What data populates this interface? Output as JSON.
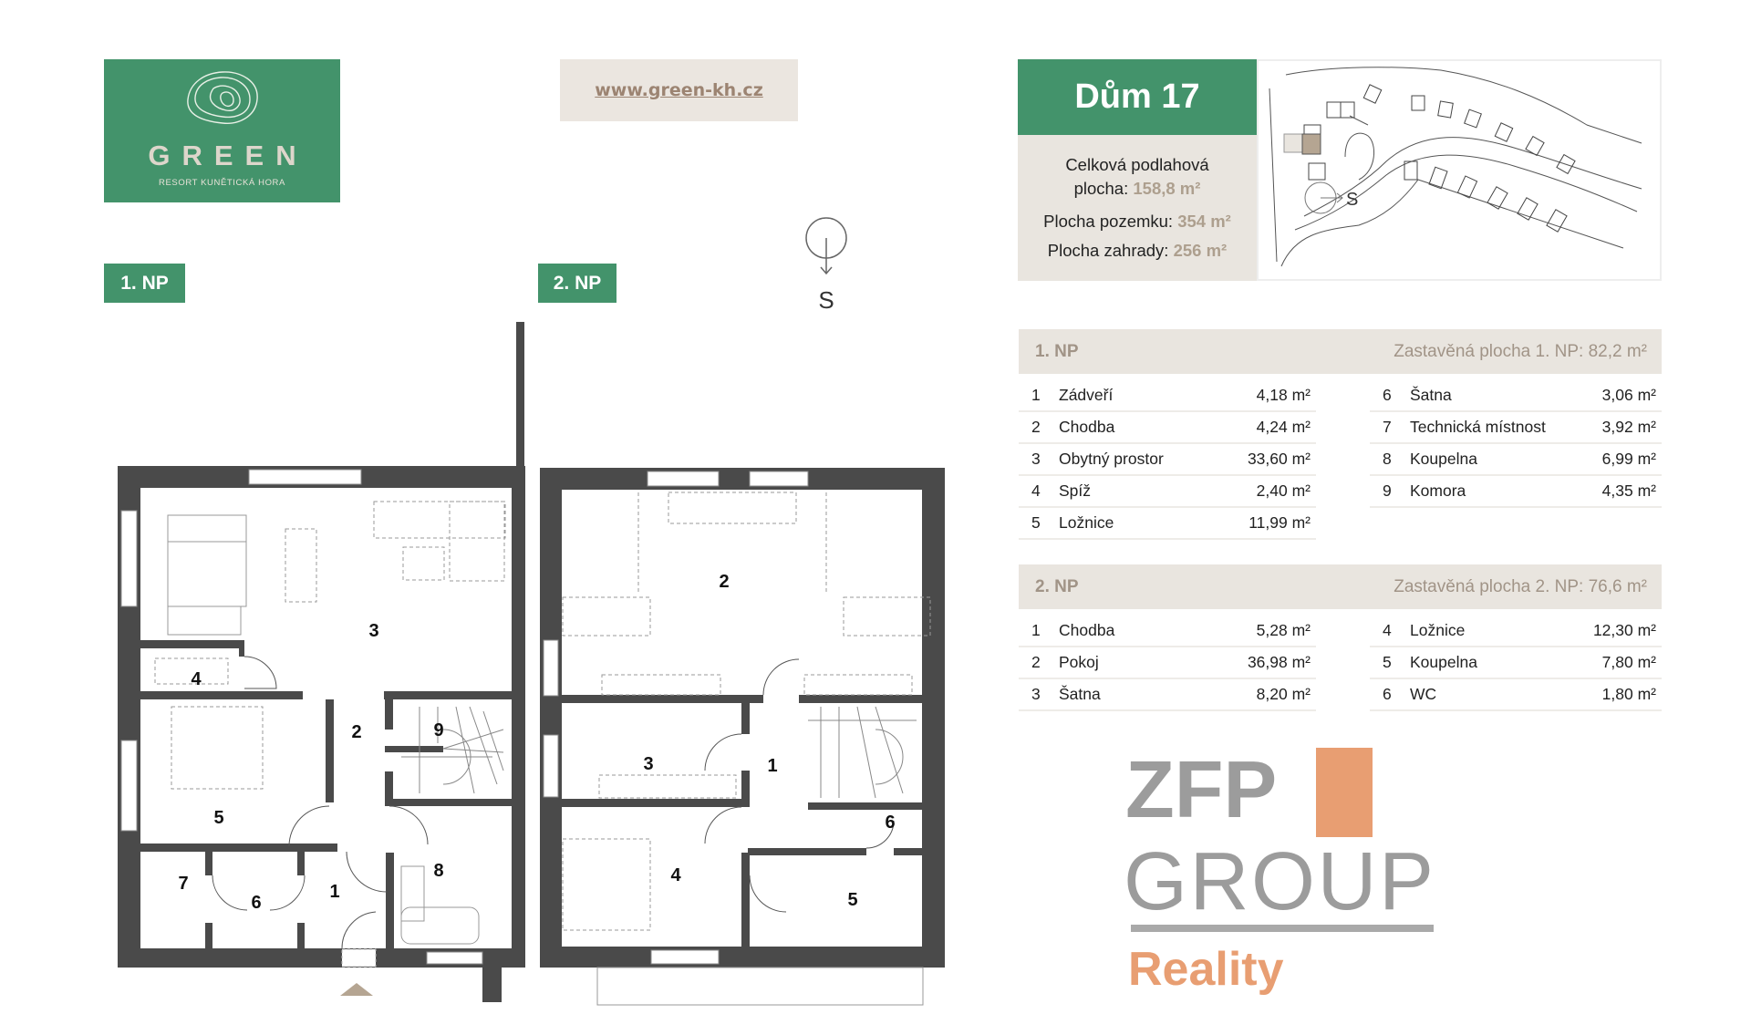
{
  "logo": {
    "brand": "GREEN",
    "subtitle": "RESORT KUNĚTICKÁ HORA"
  },
  "website": "www.green-kh.cz",
  "floor_tags": {
    "first": "1. NP",
    "second": "2. NP"
  },
  "compass": {
    "label": "S"
  },
  "house": {
    "title": "Dům 17",
    "total_label_1": "Celková podlahová",
    "total_label_2": "plocha:",
    "total_value": "158,8 m²",
    "plot_label": "Plocha pozemku:",
    "plot_value": "354 m²",
    "garden_label": "Plocha zahrady:",
    "garden_value": "256 m²",
    "map_compass": "S"
  },
  "floor1": {
    "title": "1. NP",
    "built_area": "Zastavěná plocha 1. NP: 82,2 m²",
    "rooms": [
      {
        "n": "1",
        "name": "Zádveří",
        "area": "4,18 m²"
      },
      {
        "n": "2",
        "name": "Chodba",
        "area": "4,24 m²"
      },
      {
        "n": "3",
        "name": "Obytný prostor",
        "area": "33,60 m²"
      },
      {
        "n": "4",
        "name": "Spíž",
        "area": "2,40 m²"
      },
      {
        "n": "5",
        "name": "Ložnice",
        "area": "11,99 m²"
      },
      {
        "n": "6",
        "name": "Šatna",
        "area": "3,06 m²"
      },
      {
        "n": "7",
        "name": "Technická místnost",
        "area": "3,92 m²"
      },
      {
        "n": "8",
        "name": "Koupelna",
        "area": "6,99 m²"
      },
      {
        "n": "9",
        "name": "Komora",
        "area": "4,35 m²"
      }
    ]
  },
  "floor2": {
    "title": "2. NP",
    "built_area": "Zastavěná plocha 2. NP: 76,6 m²",
    "rooms": [
      {
        "n": "1",
        "name": "Chodba",
        "area": "5,28 m²"
      },
      {
        "n": "2",
        "name": "Pokoj",
        "area": "36,98 m²"
      },
      {
        "n": "3",
        "name": "Šatna",
        "area": "8,20 m²"
      },
      {
        "n": "4",
        "name": "Ložnice",
        "area": "12,30 m²"
      },
      {
        "n": "5",
        "name": "Koupelna",
        "area": "7,80 m²"
      },
      {
        "n": "6",
        "name": "WC",
        "area": "1,80 m²"
      }
    ]
  },
  "watermark": {
    "line1": "ZFP",
    "line2": "GROUP",
    "line3": "Reality"
  },
  "colors": {
    "green": "#43936b",
    "beige": "#e9e5df",
    "wall": "#4a4a4a",
    "accent": "#ad9f8e",
    "watermark_orange": "#e07a3c"
  }
}
